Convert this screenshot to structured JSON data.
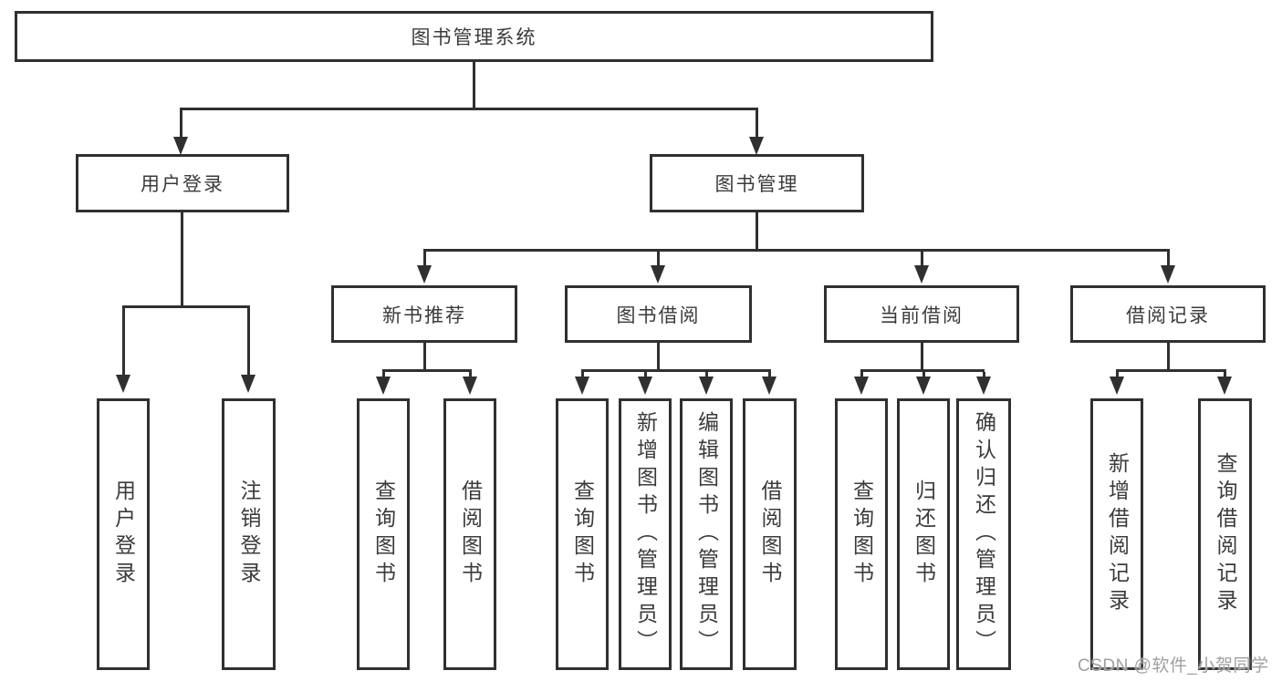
{
  "diagram": {
    "root": {
      "label": "图书管理系统"
    },
    "branches": {
      "user_login": {
        "label": "用户登录",
        "children": [
          {
            "label": "用户登录"
          },
          {
            "label": "注销登录"
          }
        ]
      },
      "book_mgmt": {
        "label": "图书管理",
        "sections": [
          {
            "label": "新书推荐",
            "children": [
              {
                "label": "查询图书"
              },
              {
                "label": "借阅图书"
              }
            ]
          },
          {
            "label": "图书借阅",
            "children": [
              {
                "label": "查询图书"
              },
              {
                "label": "新增图书（管理员）"
              },
              {
                "label": "编辑图书（管理员）"
              },
              {
                "label": "借阅图书"
              }
            ]
          },
          {
            "label": "当前借阅",
            "children": [
              {
                "label": "查询图书"
              },
              {
                "label": "归还图书"
              },
              {
                "label": "确认归还（管理员）"
              }
            ]
          },
          {
            "label": "借阅记录",
            "children": [
              {
                "label": "新增借阅记录"
              },
              {
                "label": "查询借阅记录"
              }
            ]
          }
        ]
      }
    },
    "watermark": "CSDN @软件_小贺同学",
    "colors": {
      "line": "#303030",
      "text": "#3b3b3b",
      "watermark": "#a0a0a4",
      "background": "#ffffff"
    }
  }
}
